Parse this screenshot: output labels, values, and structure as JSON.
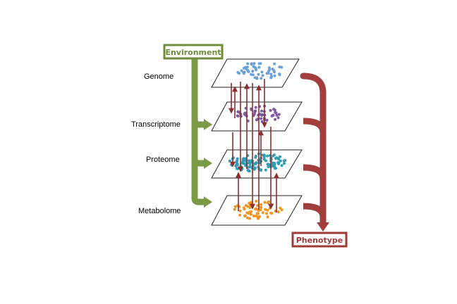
{
  "environment": {
    "label": "Environment",
    "color": "#6f8c3b",
    "border": "#6f8c3b"
  },
  "phenotype": {
    "label": "Phenotype",
    "color": "#9e3a38",
    "border": "#9e3a38"
  },
  "layers": [
    {
      "id": "genome",
      "label": "Genome",
      "dot_color": "#6aa2d8",
      "dot_count": 55
    },
    {
      "id": "transcriptome",
      "label": "Transcriptome",
      "dot_color": "#7f5aa0",
      "dot_count": 50
    },
    {
      "id": "proteome",
      "label": "Proteome",
      "dot_color": "#2f9db3",
      "dot_count": 110
    },
    {
      "id": "metabolome",
      "label": "Metabolome",
      "dot_color": "#f0961e",
      "dot_count": 55
    }
  ],
  "colors": {
    "green_arrow": "#7a9a45",
    "red_bracket": "#a23f3c",
    "vertical_arrow": "#8b2e2e"
  }
}
